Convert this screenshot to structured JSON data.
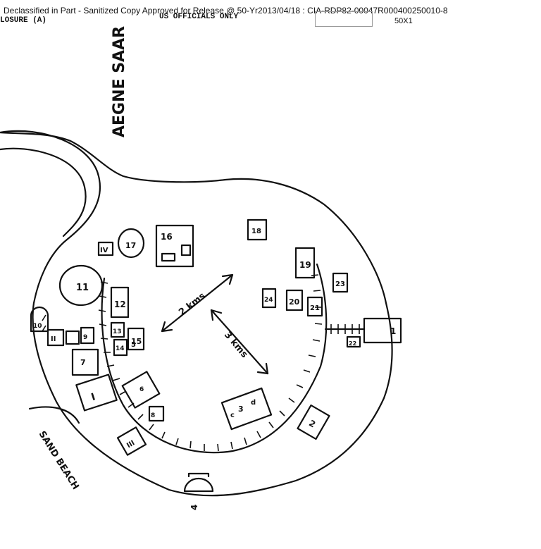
{
  "header": {
    "release_line": "Declassified in Part - Sanitized Copy Approved for Release  @ 50-Yr2013/04/18 : CIA-RDP82-00047R000400250010-8",
    "enclosure": "LOSURE (A)",
    "classification": "US OFFICIALS ONLY",
    "exemption": "50X1"
  },
  "map": {
    "place_name": "AEGNE SAAR",
    "beach_label": "SAND BEACH",
    "distance_labels": [
      "2 kms",
      "3 kms"
    ],
    "building_labels": [
      "1",
      "2",
      "3",
      "4",
      "5",
      "6",
      "7",
      "8",
      "9",
      "10",
      "11",
      "12",
      "13",
      "14",
      "15",
      "16",
      "17",
      "18",
      "19",
      "20",
      "21",
      "22",
      "23",
      "24",
      "c",
      "d",
      "I",
      "II",
      "III",
      "IV"
    ],
    "ink_color": "#111111",
    "paper_color": "#ffffff"
  }
}
